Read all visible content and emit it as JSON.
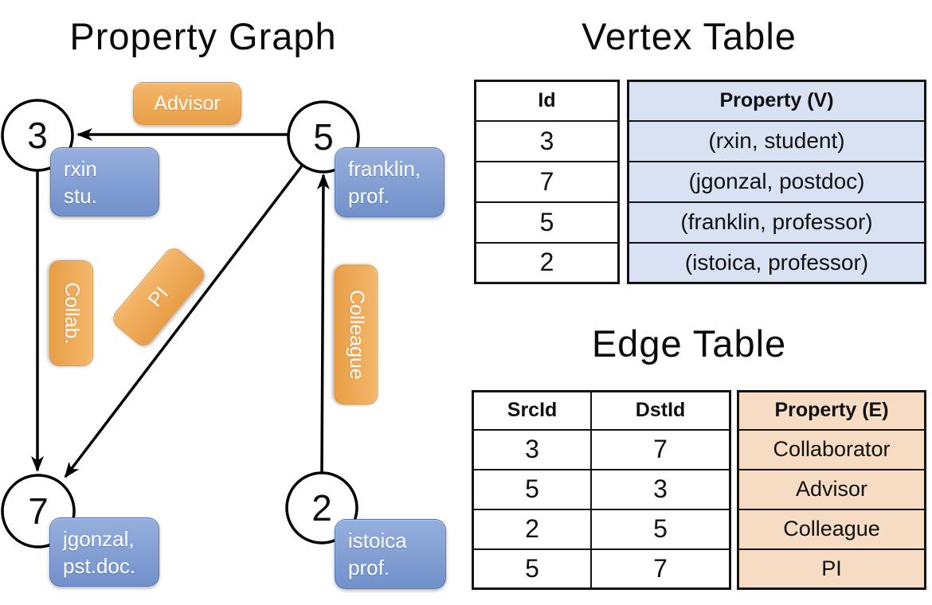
{
  "graph": {
    "title": "Property Graph",
    "nodes": [
      {
        "id": "3",
        "property_lines": [
          "rxin",
          "stu."
        ]
      },
      {
        "id": "5",
        "property_lines": [
          "franklin,",
          "prof."
        ]
      },
      {
        "id": "7",
        "property_lines": [
          "jgonzal,",
          "pst.doc."
        ]
      },
      {
        "id": "2",
        "property_lines": [
          "istoica",
          "prof."
        ]
      }
    ],
    "edge_labels": {
      "advisor": "Advisor",
      "collab": "Collab.",
      "pi": "PI",
      "colleague": "Colleague"
    }
  },
  "vertex_table": {
    "title": "Vertex Table",
    "id_header": "Id",
    "property_header": "Property (V)",
    "rows": [
      {
        "id": "3",
        "property": "(rxin, student)"
      },
      {
        "id": "7",
        "property": "(jgonzal, postdoc)"
      },
      {
        "id": "5",
        "property": "(franklin, professor)"
      },
      {
        "id": "2",
        "property": "(istoica, professor)"
      }
    ]
  },
  "edge_table": {
    "title": "Edge Table",
    "src_header": "SrcId",
    "dst_header": "DstId",
    "property_header": "Property (E)",
    "rows": [
      {
        "src": "3",
        "dst": "7",
        "property": "Collaborator"
      },
      {
        "src": "5",
        "dst": "3",
        "property": "Advisor"
      },
      {
        "src": "2",
        "dst": "5",
        "property": "Colleague"
      },
      {
        "src": "5",
        "dst": "7",
        "property": "PI"
      }
    ]
  },
  "colors": {
    "edge_pill_top": "#F4B76B",
    "edge_pill_bottom": "#E89E46",
    "vertex_pill_top": "#96AFDD",
    "vertex_pill_bottom": "#7191CB",
    "vertex_table_fill": "#D9E2F3",
    "edge_table_fill": "#F6DCC2",
    "ink": "#000000"
  }
}
